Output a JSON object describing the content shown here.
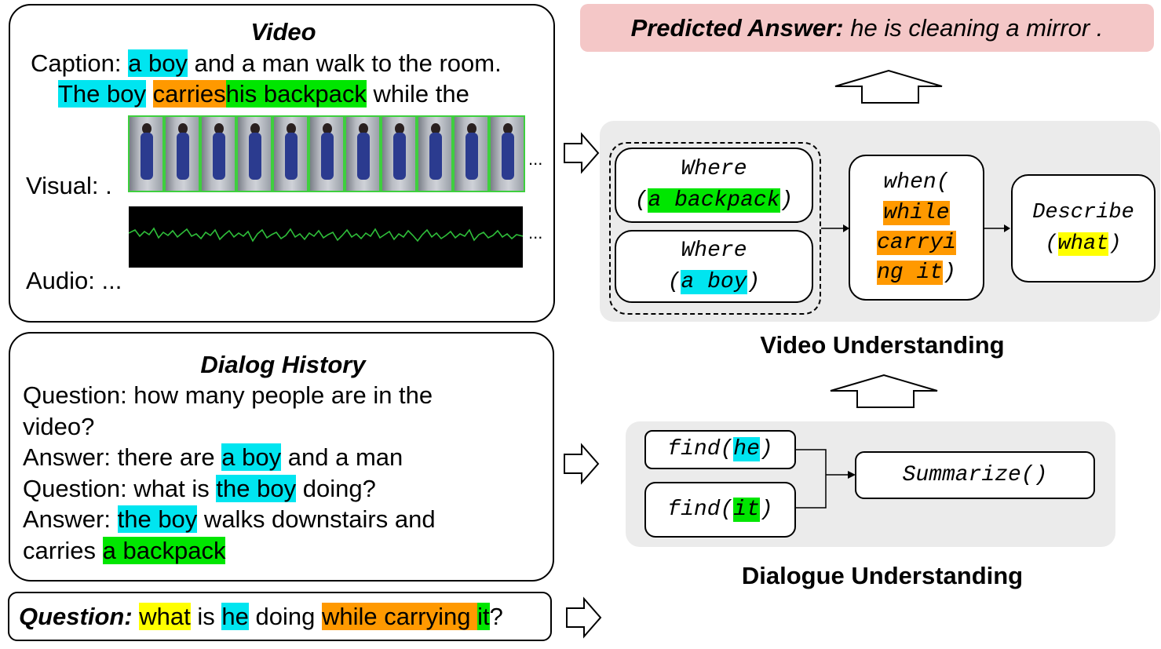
{
  "video": {
    "title": "Video",
    "caption_label": "Caption:",
    "caption_hl1": "a boy",
    "caption_rest1": " and a man walk to the room.",
    "caption_hl2": "The boy",
    "caption_hl3": "carries",
    "caption_hl4": "his backpack",
    "caption_rest2": " while the",
    "visual_label": "Visual:",
    "visual_dot": ".",
    "audio_label": "Audio:",
    "audio_dots": "...",
    "more_frames": "...",
    "more_audio": "..."
  },
  "dialog": {
    "title": "Dialog History",
    "line1": "Question: how many people are in the",
    "line2": "video?",
    "line3_pre": "Answer: there are ",
    "line3_hl": "a boy",
    "line3_post": " and a man",
    "line4_pre": "Question: what is ",
    "line4_hl": "the boy",
    "line4_post": " doing?",
    "line5_pre": "Answer: ",
    "line5_hl": "the boy",
    "line5_post": " walks downstairs and",
    "line6_pre": "carries ",
    "line6_hl": "a backpack"
  },
  "question": {
    "label": "Question:",
    "w1": "what",
    "w2": " is ",
    "w3": "he",
    "w4": " doing ",
    "w5": "while carrying ",
    "w6": "it",
    "w7": "?"
  },
  "predicted": {
    "label": "Predicted Answer:",
    "answer": " he is cleaning a mirror ."
  },
  "video_understanding": {
    "title": "Video Understanding",
    "where1_a": "Where",
    "where1_open": "(",
    "where1_hl": "a backpack",
    "where1_close": ")",
    "where2_a": "Where",
    "where2_open": "(",
    "where2_hl": "a boy",
    "where2_close": ")",
    "when_a": "when(",
    "when_hl1": "while",
    "when_hl2": "carryi",
    "when_hl3": "ng it",
    "when_close": ")",
    "describe_a": "Describe",
    "describe_open": "(",
    "describe_hl": "what",
    "describe_close": ")"
  },
  "dialogue_understanding": {
    "title": "Dialogue Understanding",
    "find1_a": "find(",
    "find1_hl": "he",
    "find1_close": ")",
    "find2_a": "find(",
    "find2_hl": "it",
    "find2_close": ")",
    "summarize": "Summarize()"
  },
  "colors": {
    "cyan": "#00e5f0",
    "orange": "#ff9900",
    "green": "#00e600",
    "yellow": "#ffff00",
    "predicted_bg": "#f4c7c7",
    "panel_bg": "#ebebeb"
  },
  "icons": [
    "right-arrow-icon",
    "up-arrow-icon"
  ]
}
